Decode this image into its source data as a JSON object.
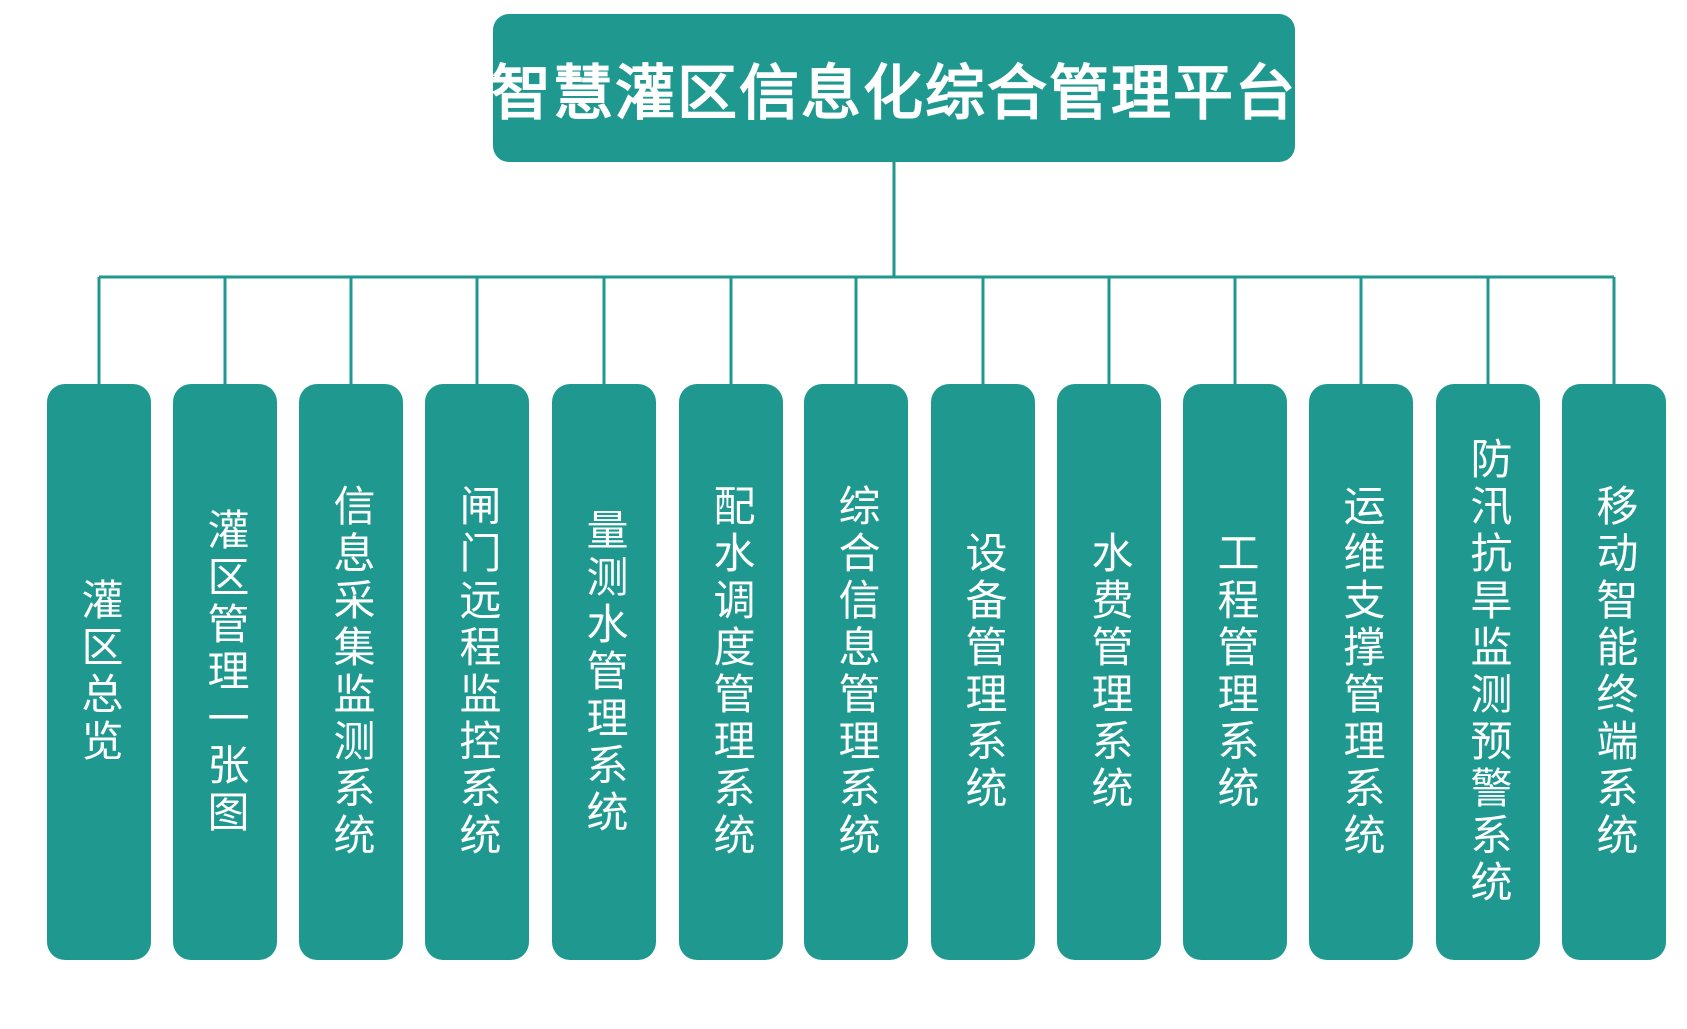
{
  "colors": {
    "box_fill": "#1f9990",
    "line": "#1f9990"
  },
  "root": {
    "label": "智慧灌区信息化综合管理平台"
  },
  "modules": [
    {
      "label": "灌区总览"
    },
    {
      "label": "灌区管理一张图"
    },
    {
      "label": "信息采集监测系统"
    },
    {
      "label": "闸门远程监控系统"
    },
    {
      "label": "量测水管理系统"
    },
    {
      "label": "配水调度管理系统"
    },
    {
      "label": "综合信息管理系统"
    },
    {
      "label": "设备管理系统"
    },
    {
      "label": "水费管理系统"
    },
    {
      "label": "工程管理系统"
    },
    {
      "label": "运维支撑管理系统"
    },
    {
      "label": "防汛抗旱监测预警系统"
    },
    {
      "label": "移动智能终端系统"
    }
  ]
}
